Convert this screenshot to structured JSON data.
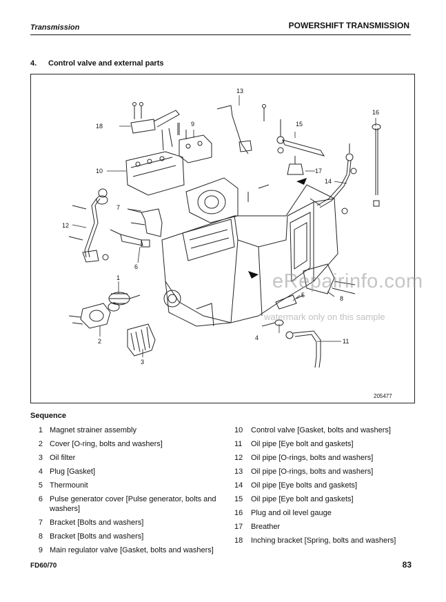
{
  "header": {
    "section": "Transmission",
    "manual_title": "POWERSHIFT TRANSMISSION"
  },
  "section": {
    "number": "4.",
    "title": "Control valve and external parts"
  },
  "figure": {
    "id": "205477",
    "callouts": [
      "1",
      "2",
      "3",
      "4",
      "5",
      "6",
      "7",
      "8",
      "9",
      "10",
      "11",
      "12",
      "13",
      "14",
      "15",
      "16",
      "17",
      "18"
    ]
  },
  "watermark": {
    "line1": "eRepairinfo.com",
    "line2": "watermark only on this sample"
  },
  "sequence": {
    "title": "Sequence",
    "left_items": [
      {
        "num": "1",
        "text": "Magnet strainer assembly"
      },
      {
        "num": "2",
        "text": "Cover [O-ring, bolts and washers]"
      },
      {
        "num": "3",
        "text": "Oil filter"
      },
      {
        "num": "4",
        "text": "Plug [Gasket]"
      },
      {
        "num": "5",
        "text": "Thermounit"
      },
      {
        "num": "6",
        "text": "Pulse generator cover [Pulse generator, bolts and washers]"
      },
      {
        "num": "7",
        "text": "Bracket [Bolts and washers]"
      },
      {
        "num": "8",
        "text": "Bracket [Bolts and washers]"
      },
      {
        "num": "9",
        "text": "Main regulator valve [Gasket, bolts and washers]"
      }
    ],
    "right_items": [
      {
        "num": "10",
        "text": "Control valve [Gasket, bolts and washers]"
      },
      {
        "num": "11",
        "text": "Oil pipe [Eye bolt and gaskets]"
      },
      {
        "num": "12",
        "text": "Oil pipe [O-rings, bolts and washers]"
      },
      {
        "num": "13",
        "text": "Oil pipe [O-rings, bolts and washers]"
      },
      {
        "num": "14",
        "text": "Oil pipe [Eye bolts and gaskets]"
      },
      {
        "num": "15",
        "text": "Oil pipe [Eye bolt and gaskets]"
      },
      {
        "num": "16",
        "text": "Plug and oil level gauge"
      },
      {
        "num": "17",
        "text": "Breather"
      },
      {
        "num": "18",
        "text": "Inching bracket [Spring, bolts and washers]"
      }
    ]
  },
  "footer": {
    "model": "FD60/70",
    "page": "83"
  }
}
